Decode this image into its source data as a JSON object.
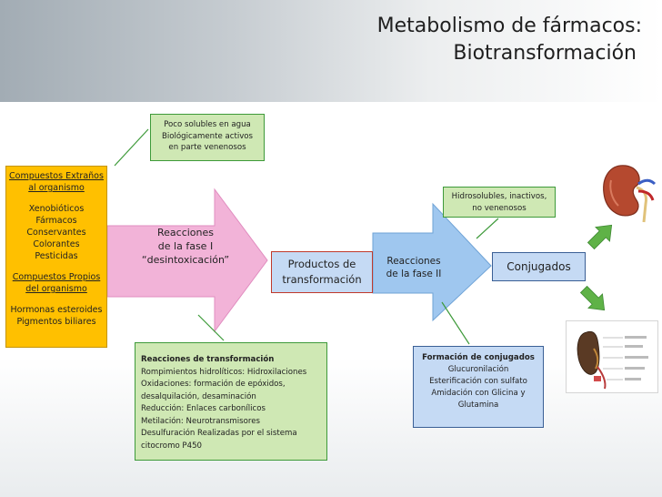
{
  "title": {
    "line1": "Metabolismo de fármacos:",
    "line2": "Biotransformación"
  },
  "left_box": {
    "heading1": "Compuestos Extraños al organismo",
    "list1": [
      "Xenobióticos",
      "Fármacos",
      "Conservantes",
      "Colorantes",
      "Pesticidas"
    ],
    "heading2": "Compuestos Propios del organismo",
    "list2": [
      "Hormonas esteroides",
      "Pigmentos biliares"
    ]
  },
  "poco_solubles": {
    "lines": [
      "Poco solubles en agua",
      "Biológicamente activos",
      "en parte venenosos"
    ]
  },
  "fase1_arrow": {
    "lines": [
      "Reacciones",
      "de la fase I",
      "“desintoxicación”"
    ]
  },
  "productos": {
    "lines": [
      "Productos de",
      "transformación"
    ]
  },
  "fase2_arrow": {
    "lines": [
      "Reacciones",
      "de la fase II"
    ]
  },
  "conjugados": {
    "label": "Conjugados"
  },
  "hidrosolubles": {
    "lines": [
      "Hidrosolubles, inactivos,",
      "no venenosos"
    ]
  },
  "reacciones_box": {
    "heading": "Reacciones de transformación",
    "lines": [
      "Rompimientos hidrolíticos:  Hidroxilaciones",
      "Oxidaciones: formación de epóxidos,",
      "desalquilación, desaminación",
      "Reducción: Enlaces carbonílicos",
      "Metilación: Neurotransmisores",
      "Desulfuración Realizadas por el  sistema",
      "citocromo P450"
    ]
  },
  "formacion_box": {
    "heading": "Formación de conjugados",
    "lines": [
      "Glucuronilación",
      "Esterificación con sulfato",
      "Amidación con Glicina y",
      "Glutamina"
    ]
  },
  "colors": {
    "orange_box": "#ffc000",
    "pink_arrow": "#f2b3d8",
    "blue_arrow": "#9fc7ef",
    "green_note": "#cfe8b4",
    "blue_note": "#c5daf4",
    "green_arrow": "#5fb247"
  },
  "icons": {
    "kidney": "kidney-illustration",
    "liver": "liver-anatomy-illustration"
  }
}
